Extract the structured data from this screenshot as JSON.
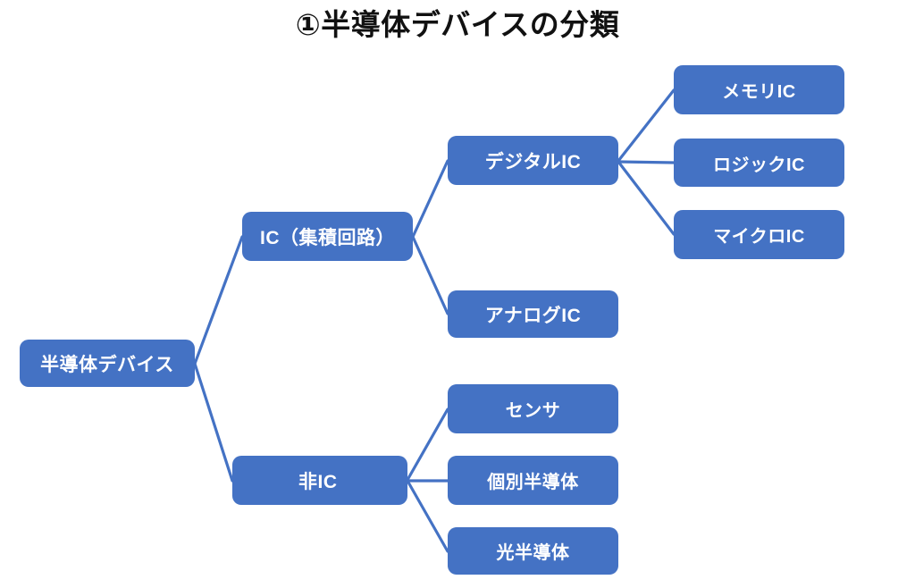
{
  "title": "①半導体デバイスの分類",
  "colors": {
    "node_fill": "#4472C4",
    "node_text": "#FFFFFF",
    "edge": "#4472C4",
    "background": "#FFFFFF",
    "title_text": "#111111"
  },
  "chart_data": {
    "type": "diagram",
    "diagram_type": "tree",
    "title": "①半導体デバイスの分類",
    "orientation": "left-to-right",
    "nodes": [
      {
        "id": "root",
        "label": "半導体デバイス",
        "level": 0
      },
      {
        "id": "ic",
        "label": "IC（集積回路）",
        "level": 1
      },
      {
        "id": "nonic",
        "label": "非IC",
        "level": 1
      },
      {
        "id": "digital",
        "label": "デジタルIC",
        "level": 2
      },
      {
        "id": "analog",
        "label": "アナログIC",
        "level": 2
      },
      {
        "id": "memory",
        "label": "メモリIC",
        "level": 3
      },
      {
        "id": "logic",
        "label": "ロジックIC",
        "level": 3
      },
      {
        "id": "micro",
        "label": "マイクロIC",
        "level": 3
      },
      {
        "id": "sensor",
        "label": "センサ",
        "level": 2
      },
      {
        "id": "disc",
        "label": "個別半導体",
        "level": 2
      },
      {
        "id": "opto",
        "label": "光半導体",
        "level": 2
      }
    ],
    "edges": [
      {
        "from": "root",
        "to": "ic"
      },
      {
        "from": "root",
        "to": "nonic"
      },
      {
        "from": "ic",
        "to": "digital"
      },
      {
        "from": "ic",
        "to": "analog"
      },
      {
        "from": "digital",
        "to": "memory"
      },
      {
        "from": "digital",
        "to": "logic"
      },
      {
        "from": "digital",
        "to": "micro"
      },
      {
        "from": "nonic",
        "to": "sensor"
      },
      {
        "from": "nonic",
        "to": "disc"
      },
      {
        "from": "nonic",
        "to": "opto"
      }
    ]
  },
  "nodes": {
    "root": "半導体デバイス",
    "ic": "IC（集積回路）",
    "nonic": "非IC",
    "digital": "デジタルIC",
    "analog": "アナログIC",
    "memory": "メモリIC",
    "logic": "ロジックIC",
    "micro": "マイクロIC",
    "sensor": "センサ",
    "disc": "個別半導体",
    "opto": "光半導体"
  }
}
